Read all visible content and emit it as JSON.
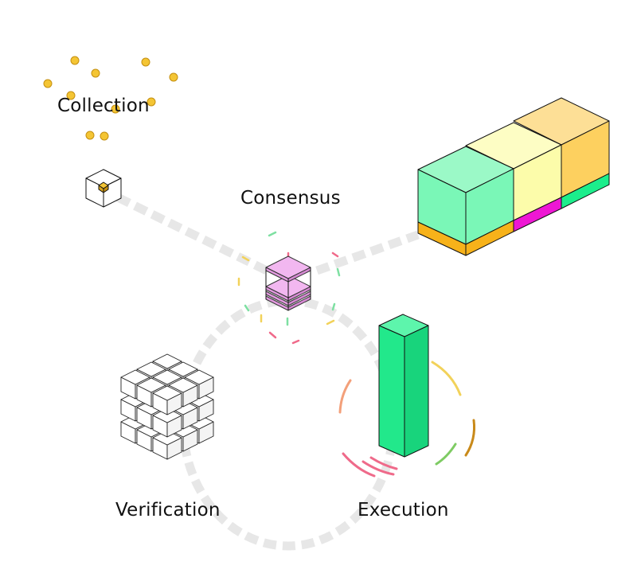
{
  "labels": {
    "collection": "Collection",
    "consensus": "Consensus",
    "verification": "Verification",
    "execution": "Execution"
  },
  "colors": {
    "track": "#e7e7e7",
    "collection_dot": "#f4c534",
    "consensus_layer": "#f2b7f0",
    "execution_bar": "#22e88b",
    "block_green": "#7af7b7",
    "block_yellow": "#fcfcaa",
    "block_orange": "#fdd57d",
    "stripe_orange": "#f7b21a",
    "stripe_magenta": "#ee17d4",
    "stripe_green": "#1cee8c"
  },
  "nodes": [
    {
      "id": "collection",
      "icon": "collection-cube-icon"
    },
    {
      "id": "consensus",
      "icon": "consensus-stack-icon"
    },
    {
      "id": "verification",
      "icon": "verification-cube-cluster-icon"
    },
    {
      "id": "execution",
      "icon": "execution-bar-icon"
    },
    {
      "id": "blocks",
      "icon": "block-chain-icon"
    }
  ]
}
